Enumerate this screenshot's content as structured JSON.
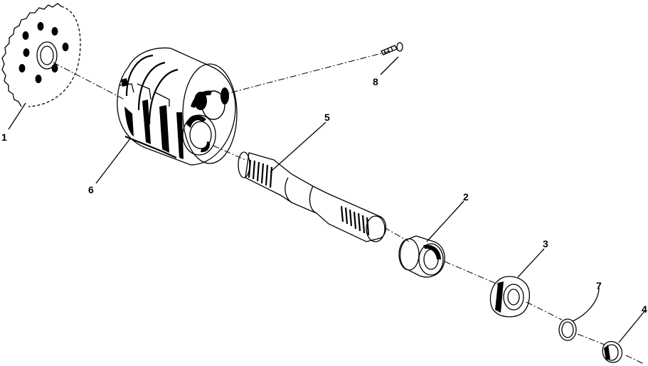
{
  "diagram": {
    "labels": {
      "part1": "1",
      "part2": "2",
      "part3": "3",
      "part4": "4",
      "part5": "5",
      "part6": "6",
      "part7": "7",
      "part8": "8"
    }
  }
}
